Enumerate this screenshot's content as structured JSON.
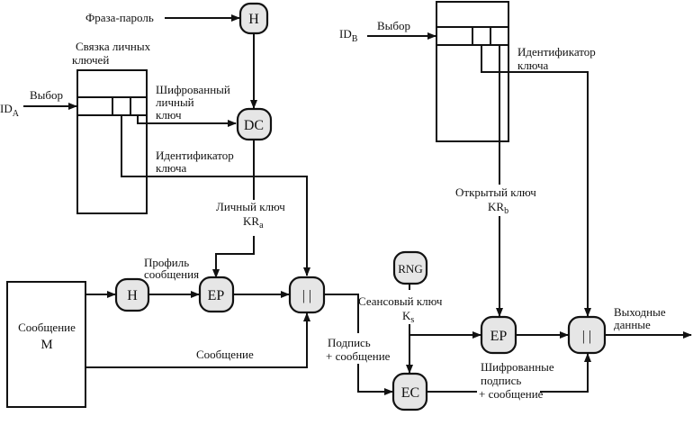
{
  "nodes": {
    "hash_pass": "H",
    "decrypt": "DC",
    "hash_msg": "H",
    "encrypt_sig": "EP",
    "concat1": "| |",
    "rng": "RNG",
    "encrypt_key": "EP",
    "encrypt_sym": "EC",
    "concat2": "| |"
  },
  "labels": {
    "passphrase": "Фраза-пароль",
    "private_ring_1": "Связка личных",
    "private_ring_2": "ключей",
    "id_a": "ID",
    "id_a_sub": "A",
    "select_a": "Выбор",
    "enc_private_key_1": "Шифрованный",
    "enc_private_key_2": "личный",
    "enc_private_key_3": "ключ",
    "key_id_a_1": "Идентификатор",
    "key_id_a_2": "ключа",
    "private_key_1": "Личный ключ",
    "private_key_2": "KR",
    "private_key_sub": "a",
    "digest_1": "Профиль",
    "digest_2": "сообщения",
    "message_box_1": "Сообщение",
    "message_box_2": "M",
    "message": "Сообщение",
    "sig_msg_1": "Подпись",
    "sig_msg_2": "+ сообщение",
    "id_b": "ID",
    "id_b_sub": "B",
    "select_b": "Выбор",
    "key_id_b_1": "Идентификатор",
    "key_id_b_2": "ключа",
    "public_key_1": "Открытый ключ",
    "public_key_2": "KR",
    "public_key_sub": "b",
    "session_key_1": "Сеансовый ключ",
    "session_key_2": "K",
    "session_key_sub": "s",
    "enc_sig_msg_1": "Шифрованные",
    "enc_sig_msg_2": "подпись",
    "enc_sig_msg_3": "+ сообщение",
    "output_1": "Выходные",
    "output_2": "данные"
  }
}
